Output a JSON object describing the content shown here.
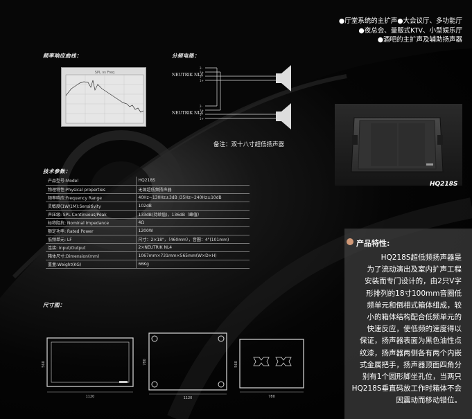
{
  "features_top": [
    "●厅堂系统的主扩声●大会议厅、多功能厅",
    "●夜总会、量贩式KTV、小型娱乐厅",
    "●酒吧的主扩声及辅助扬声器"
  ],
  "sections": {
    "freq_label": "频率响应曲线：",
    "wiring_label": "分频电路：",
    "spec_label": "技术参数：",
    "dim_label": "尺寸图："
  },
  "freq_graph": {
    "title": "SPL vs Freq"
  },
  "wiring": {
    "connector1": "NEUTRIK NL4",
    "connector2": "NEUTRIK NL4",
    "pins": [
      "2-",
      "2+",
      "1-",
      "1+"
    ],
    "note": "备注：双十八寸超低扬声器"
  },
  "product": {
    "name": "HQ218S"
  },
  "specs": [
    {
      "k": "产品型号:Model",
      "v": "HQ218S"
    },
    {
      "k": "物理特性:Physical properties",
      "v": "无源超低频扬声器"
    },
    {
      "k": "频率响应:Frequency Range",
      "v": "40Hz~130Hz±3dB /35Hz~240Hz±10dB"
    },
    {
      "k": "灵敏度(1W/1M):Sensitivity",
      "v": "102dB"
    },
    {
      "k": "声压级: SPL Continuous/Peak",
      "v": "133dB(持续值)，136dB（峰值）"
    },
    {
      "k": "标称阻抗: Nominal Impedance",
      "v": "4Ω"
    },
    {
      "k": "额定功率: Rated Power",
      "v": "1200W"
    },
    {
      "k": "低频单元: LF",
      "v": "尺寸：2×18\"，（460mm），音圈：4\"(101mm)"
    },
    {
      "k": "连接: Input/Output",
      "v": "2×NEUTRIK NL4"
    },
    {
      "k": "箱体尺寸:Dimension(mm)",
      "v": "1067mm×731mm×565mm(W×D×H)"
    },
    {
      "k": "重量:Weight(KG)",
      "v": "66Kg"
    }
  ],
  "features_panel": {
    "title": "产品特性:",
    "lines": [
      "HQ218S超低频扬声器是",
      "为了流动演出及室内扩声工程",
      "安装而专门设计的，由2只V字",
      "形排列的18寸100mm音圈低",
      "频单元和倒相式箱体组成，较",
      "小的箱体结构配合低频单元的",
      "快速反应，使低频的速度得以",
      "保证，扬声器表面为黑色油性点",
      "纹漆，扬声器两侧各有两个内嵌",
      "式金属把手，扬声器顶面四角分",
      "别有1个圆形脚坐孔位，当两只",
      "HQ218S垂直码放工作时箱体不会",
      "因震动而移动错位。"
    ]
  },
  "dimensions": {
    "front_w": "1120",
    "front_h": "560",
    "top_w": "1120",
    "top_h": "780",
    "side_w": "780",
    "side_h": "560"
  },
  "colors": {
    "background": "#000000",
    "accent_bullet": "#d29a78",
    "panel": "#3c3c3c"
  }
}
